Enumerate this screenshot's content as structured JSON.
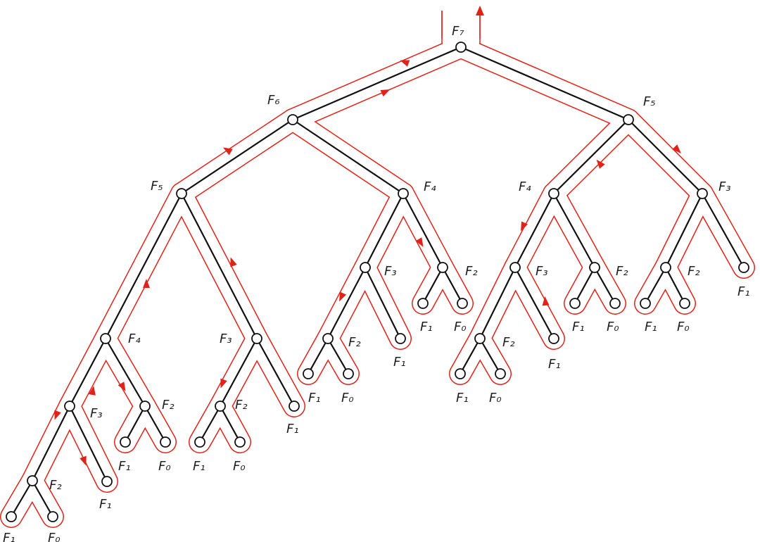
{
  "diagram": {
    "colors": {
      "tree": "#111111",
      "tour": "#e0231a",
      "node_fill": "#ffffff"
    },
    "nodes": [
      {
        "id": "a",
        "label": "F₇",
        "parent": null
      },
      {
        "id": "b",
        "label": "F₆",
        "parent": "a"
      },
      {
        "id": "c",
        "label": "F₅",
        "parent": "a"
      },
      {
        "id": "d",
        "label": "F₅",
        "parent": "b"
      },
      {
        "id": "e",
        "label": "F₄",
        "parent": "b"
      },
      {
        "id": "f",
        "label": "F₄",
        "parent": "c"
      },
      {
        "id": "g",
        "label": "F₃",
        "parent": "c"
      },
      {
        "id": "h",
        "label": "F₄",
        "parent": "d"
      },
      {
        "id": "i",
        "label": "F₃",
        "parent": "d"
      },
      {
        "id": "j",
        "label": "F₃",
        "parent": "h"
      },
      {
        "id": "k",
        "label": "F₂",
        "parent": "h"
      },
      {
        "id": "l",
        "label": "F₂",
        "parent": "j"
      },
      {
        "id": "m",
        "label": "F₁",
        "parent": "j"
      },
      {
        "id": "n",
        "label": "F₁",
        "parent": "l"
      },
      {
        "id": "o",
        "label": "F₀",
        "parent": "l"
      },
      {
        "id": "p",
        "label": "F₁",
        "parent": "k"
      },
      {
        "id": "q",
        "label": "F₀",
        "parent": "k"
      },
      {
        "id": "r",
        "label": "F₂",
        "parent": "i"
      },
      {
        "id": "s",
        "label": "F₁",
        "parent": "i"
      },
      {
        "id": "t",
        "label": "F₁",
        "parent": "r"
      },
      {
        "id": "u",
        "label": "F₀",
        "parent": "r"
      },
      {
        "id": "v",
        "label": "F₃",
        "parent": "e"
      },
      {
        "id": "w",
        "label": "F₂",
        "parent": "e"
      },
      {
        "id": "x",
        "label": "F₂",
        "parent": "v"
      },
      {
        "id": "y",
        "label": "F₁",
        "parent": "v"
      },
      {
        "id": "z",
        "label": "F₁",
        "parent": "x"
      },
      {
        "id": "aa",
        "label": "F₀",
        "parent": "x"
      },
      {
        "id": "ab",
        "label": "F₁",
        "parent": "w"
      },
      {
        "id": "ac",
        "label": "F₀",
        "parent": "w"
      },
      {
        "id": "ad",
        "label": "F₃",
        "parent": "f"
      },
      {
        "id": "ae",
        "label": "F₂",
        "parent": "f"
      },
      {
        "id": "af",
        "label": "F₂",
        "parent": "ad"
      },
      {
        "id": "ag",
        "label": "F₁",
        "parent": "ad"
      },
      {
        "id": "ah",
        "label": "F₁",
        "parent": "af"
      },
      {
        "id": "ai",
        "label": "F₀",
        "parent": "af"
      },
      {
        "id": "aj",
        "label": "F₁",
        "parent": "ae"
      },
      {
        "id": "ak",
        "label": "F₀",
        "parent": "ae"
      },
      {
        "id": "al",
        "label": "F₂",
        "parent": "g"
      },
      {
        "id": "am",
        "label": "F₁",
        "parent": "g"
      },
      {
        "id": "an",
        "label": "F₁",
        "parent": "al"
      },
      {
        "id": "ao",
        "label": "F₀",
        "parent": "al"
      }
    ]
  }
}
